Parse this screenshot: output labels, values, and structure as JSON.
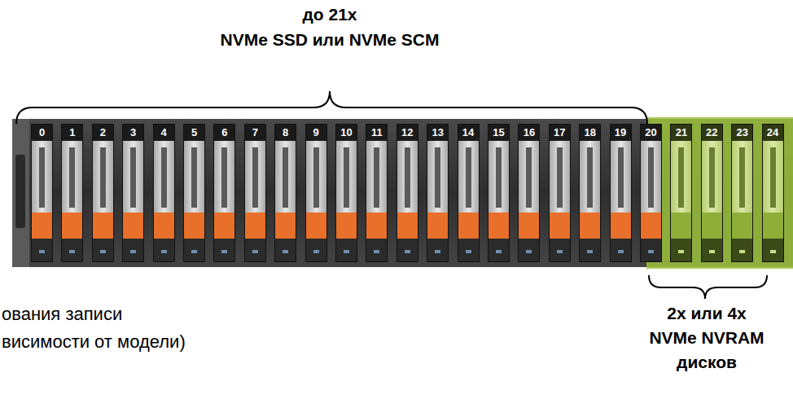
{
  "diagram": {
    "nodes": [
      {
        "text": [
          "0"
        ]
      },
      {
        "text": [
          "1"
        ]
      },
      {
        "text": [
          "2"
        ]
      },
      {
        "text": [
          "3"
        ]
      },
      {
        "text": [
          "4"
        ]
      },
      {
        "text": [
          "5"
        ]
      },
      {
        "text": [
          "6"
        ]
      },
      {
        "text": [
          "7"
        ]
      },
      {
        "text": [
          "8"
        ]
      },
      {
        "text": [
          "9"
        ]
      },
      {
        "text": [
          "10"
        ]
      },
      {
        "text": [
          "11"
        ]
      },
      {
        "text": [
          "12"
        ]
      },
      {
        "text": [
          "13"
        ]
      },
      {
        "text": [
          "14"
        ]
      },
      {
        "text": [
          "15"
        ]
      },
      {
        "text": [
          "16"
        ]
      },
      {
        "text": [
          "17"
        ]
      },
      {
        "text": [
          "18"
        ]
      },
      {
        "text": [
          "19"
        ]
      },
      {
        "text": [
          "20"
        ]
      },
      {
        "text": [
          "21"
        ]
      },
      {
        "text": [
          "22"
        ]
      },
      {
        "text": [
          "23"
        ]
      },
      {
        "text": [
          "24"
        ]
      }
    ],
    "labels": [
      "до 21x NVMe SSD или NVMe SCM",
      "ования записи",
      "висимости от модели)",
      "2x или 4x NVMe NVRAM дисков"
    ]
  }
}
